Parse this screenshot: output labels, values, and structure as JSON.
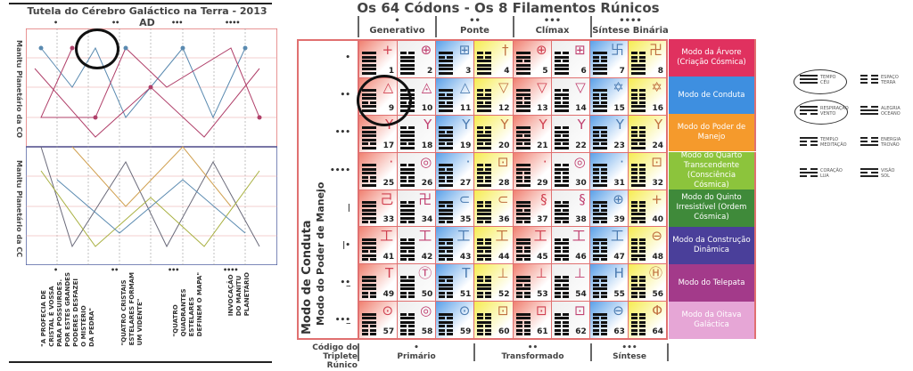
{
  "left_panel": {
    "title": "Tutela do Cérebro Galáctico na Terra - 2013 AD",
    "side_labels": [
      "Manitu Planetário da CO",
      "Manitu Planetário da CC"
    ],
    "column_dots": [
      "•",
      "••",
      "•••",
      "••••"
    ],
    "notes": [
      "\"A PROFECIA DE\nCRISTAL É VOSSA\nPARA POSSUIRDES.\nPOR ESTES GRANDES\nPODERES DESFAZEI\nO MISTÉRIO\nDA PEDRA\"",
      "\"QUATRO CRISTAIS\nESTELARES FORMAM\nUM VIDENTE\"",
      "\"QUATRO\nQUADRANTES\nESTELARES\nDEFINEM O MAPA\"",
      "INVOCAÇÃO\nDO MANITU\nPLANETÁRIO"
    ]
  },
  "main": {
    "title": "Os 64 Códons - Os 8 Filamentos Rúnicos",
    "columns": [
      {
        "dots": "•",
        "label": "Generativo"
      },
      {
        "dots": "••",
        "label": "Ponte"
      },
      {
        "dots": "•••",
        "label": "Clímax"
      },
      {
        "dots": "••••",
        "label": "Síntese Binária"
      }
    ],
    "row_codes": [
      "•",
      "••",
      "•••",
      "••••",
      "|",
      "|•",
      "••̲",
      "•••̲"
    ],
    "vertical_labels": [
      "Modo de Conduta",
      "Modo do Poder de Manejo"
    ],
    "codons": [
      1,
      2,
      3,
      4,
      5,
      6,
      7,
      8,
      9,
      10,
      11,
      12,
      13,
      14,
      15,
      16,
      17,
      18,
      19,
      20,
      21,
      22,
      23,
      24,
      25,
      26,
      27,
      28,
      29,
      30,
      31,
      32,
      33,
      34,
      35,
      36,
      37,
      38,
      39,
      40,
      41,
      42,
      43,
      44,
      45,
      46,
      47,
      48,
      49,
      50,
      51,
      52,
      53,
      54,
      55,
      56,
      57,
      58,
      59,
      60,
      61,
      62,
      63,
      64
    ],
    "glyph_rows": [
      [
        "+",
        "⊕",
        "⊞",
        "†",
        "⊕",
        "⊞",
        "卐",
        "卍"
      ],
      [
        "△",
        "◬",
        "△",
        "▽",
        "▽",
        "▽",
        "✡",
        "✡"
      ],
      [
        "Y",
        "Y",
        "Y",
        "Y",
        "Y",
        "Y",
        "Y",
        "Y"
      ],
      [
        "·",
        "◎",
        "·",
        "⊡",
        "·",
        "◎",
        "·",
        "⊡"
      ],
      [
        "己",
        "卍",
        "⊂",
        "⊂",
        "§",
        "§",
        "⊕",
        "+"
      ],
      [
        "工",
        "工",
        "工",
        "工",
        "工",
        "工",
        "工",
        "⊖"
      ],
      [
        "T",
        "Ⓣ",
        "T",
        "⊥",
        "⊥",
        "⊥",
        "H",
        "Ⓗ"
      ],
      [
        "⊙",
        "◎",
        "⊙",
        "⊡",
        "⊡",
        "⊡",
        "⊖",
        "Φ"
      ]
    ],
    "modes": [
      {
        "label": "Modo da Árvore (Criação Cósmica)",
        "color": "#e0315f"
      },
      {
        "label": "Modo de Conduta",
        "color": "#3e8fe0"
      },
      {
        "label": "Modo do Poder de Manejo",
        "color": "#f59a2c"
      },
      {
        "label": "Modo do Quarto Transcendente (Consciência Cósmica)",
        "color": "#8cc43c"
      },
      {
        "label": "Modo do Quinto Irresistível (Ordem Cósmica)",
        "color": "#3f8a3a"
      },
      {
        "label": "Modo da Construção Dinâmica",
        "color": "#4a3f9a"
      },
      {
        "label": "Modo do Telepata",
        "color": "#a33a8a"
      },
      {
        "label": "Modo da Oitava Galáctica",
        "color": "#e6a6d6"
      }
    ],
    "footer": {
      "label": "Código do Triplete Rúnico",
      "groups": [
        {
          "dots": "•",
          "label": "Primário"
        },
        {
          "dots": "••",
          "label": "Transformado"
        },
        {
          "dots": "•••",
          "label": "Síntese"
        }
      ]
    }
  },
  "legend": [
    {
      "line1": "TEMPO",
      "line2": "CÉU"
    },
    {
      "line1": "ESPAÇO",
      "line2": "TERRA"
    },
    {
      "line1": "RESPIRAÇÃO",
      "line2": "VENTO"
    },
    {
      "line1": "ALEGRIA",
      "line2": "OCEANO"
    },
    {
      "line1": "TEMPLO",
      "line2": "MEDITAÇÃO"
    },
    {
      "line1": "ENERGIA",
      "line2": "TROVÃO"
    },
    {
      "line1": "CORAÇÃO",
      "line2": "LUA"
    },
    {
      "line1": "VISÃO",
      "line2": "SOL"
    }
  ]
}
